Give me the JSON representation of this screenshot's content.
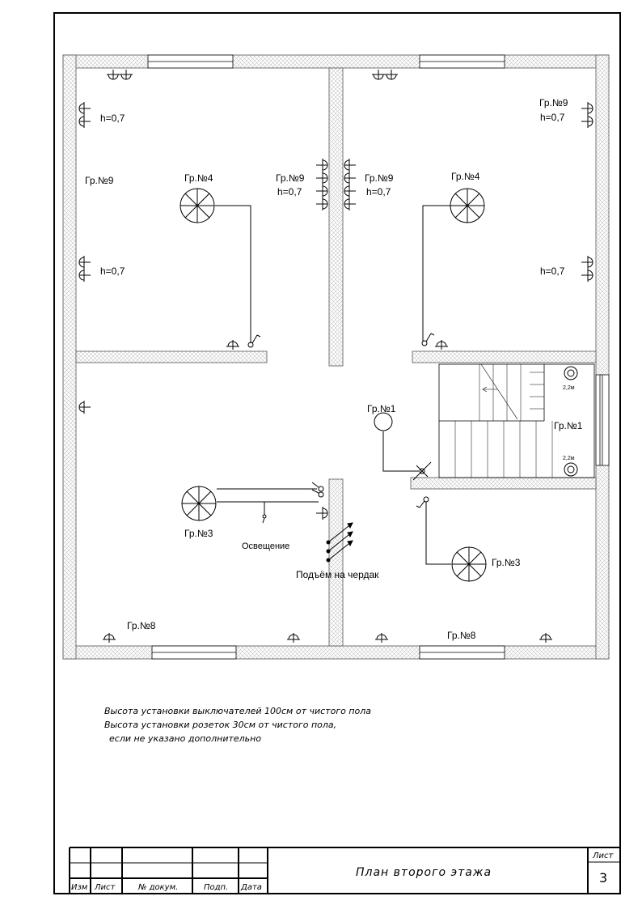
{
  "labels": {
    "gr9": "Гр.№9",
    "gr4": "Гр.№4",
    "gr1": "Гр.№1",
    "gr3": "Гр.№3",
    "gr8": "Гр.№8",
    "h07": "h=0,7",
    "h22": "2,2м",
    "lighting": "Освещение",
    "attic": "Подъём на чердак"
  },
  "notes": {
    "line1": "Высота установки выключателей 100см от чистого пола",
    "line2": "Высота установки розеток 30см от чистого пола,",
    "line3": "если не указано дополнительно"
  },
  "titleblock": {
    "col_izm": "Изм",
    "col_list": "Лист",
    "col_doc": "№ докум.",
    "col_sign": "Подп.",
    "col_date": "Дата",
    "title": "План второго этажа",
    "sheet_label": "Лист",
    "sheet_number": "3"
  },
  "colors": {
    "line": "#000000",
    "wall_hatch": "#bdbdbd",
    "background": "#ffffff"
  }
}
